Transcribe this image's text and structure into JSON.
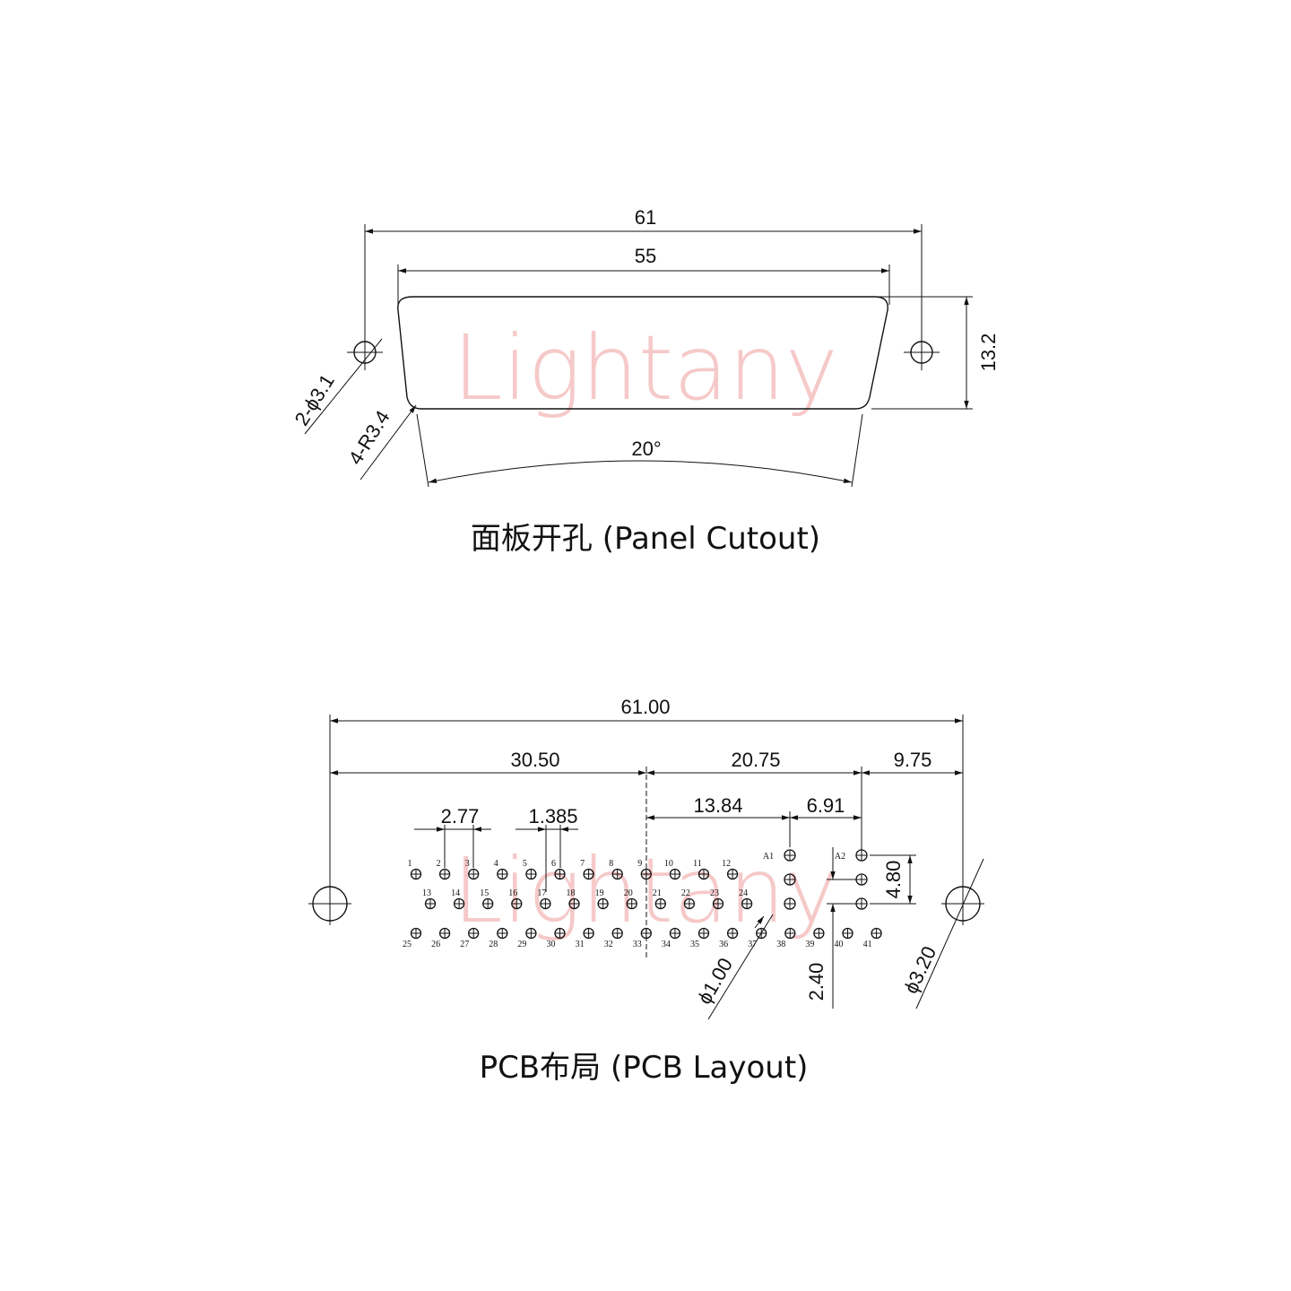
{
  "panel_cutout": {
    "caption": "面板开孔 (Panel Cutout)",
    "dim_overall": "61",
    "dim_shell": "55",
    "dim_height": "13.2",
    "dim_angle": "20°",
    "note_holes": "2-ϕ3.1",
    "note_radius": "4-R3.4"
  },
  "pcb_layout": {
    "caption": "PCB布局 (PCB Layout)",
    "dim_overall": "61.00",
    "dim_half": "30.50",
    "dim_right": "20.75",
    "dim_edge": "9.75",
    "dim_a1_offset": "13.84",
    "dim_a_pitch": "6.91",
    "dim_pitch": "2.77",
    "dim_half_pitch": "1.385",
    "dim_row_span": "4.80",
    "dim_row_pitch": "2.40",
    "dim_pin_dia": "ϕ1.00",
    "dim_mount_dia": "ϕ3.20",
    "row1_labels": [
      "1",
      "2",
      "3",
      "4",
      "5",
      "6",
      "7",
      "8",
      "9",
      "10",
      "11",
      "12"
    ],
    "row2_labels": [
      "13",
      "14",
      "15",
      "16",
      "17",
      "18",
      "19",
      "20",
      "21",
      "22",
      "23",
      "24"
    ],
    "row3_labels": [
      "25",
      "26",
      "27",
      "28",
      "29",
      "30",
      "31",
      "32",
      "33",
      "34",
      "35",
      "36",
      "37",
      "38",
      "39",
      "40",
      "41"
    ],
    "a_labels": [
      "A1",
      "A2"
    ]
  },
  "watermark": "Lightany"
}
